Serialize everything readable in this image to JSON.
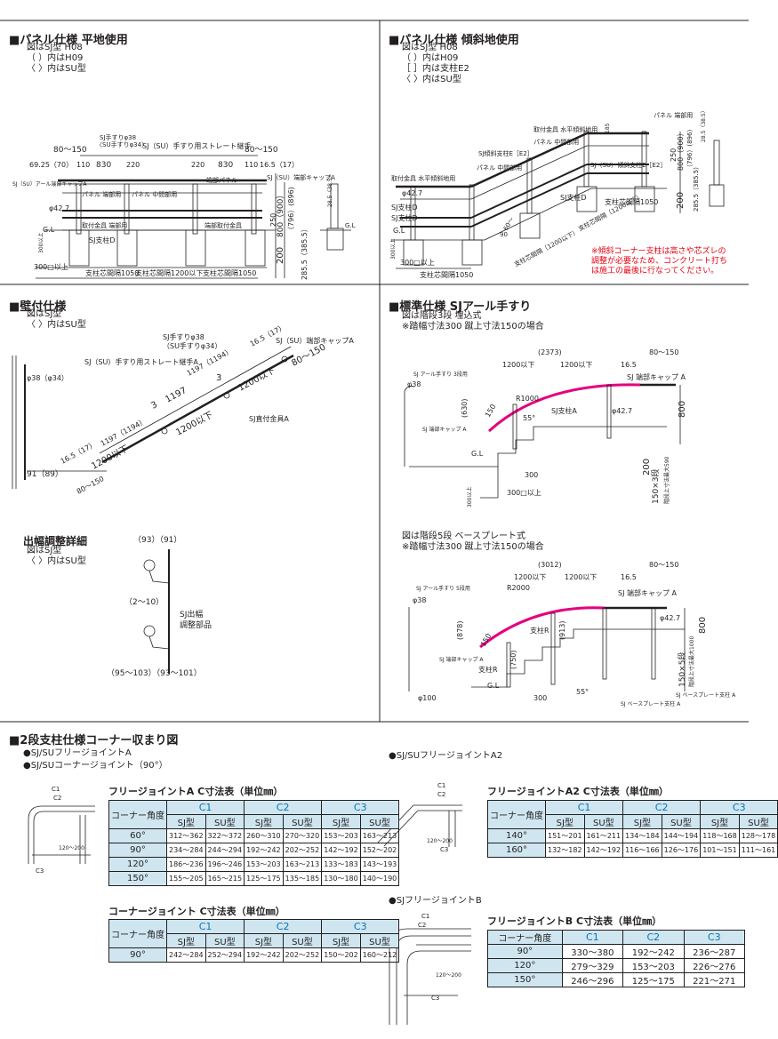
{
  "sections": {
    "flat": {
      "title": "■パネル仕様 平地使用",
      "lines": [
        "図はSJ型 H08",
        "（ ）内はH09",
        "〈 〉内はSU型"
      ]
    },
    "slope": {
      "title": "■パネル仕様 傾斜地使用",
      "lines": [
        "図はSJ型 H08",
        "（ ）内はH09",
        "［ ］内は支柱E2",
        "〈 〉内はSU型"
      ],
      "note": [
        "※傾斜コーナー支柱は高さや芯ズレの",
        "調整が必要なため、コンクリート打ち",
        "は施工の最後に行なってください。"
      ]
    },
    "wall": {
      "title": "■壁付仕様",
      "lines": [
        "図はSJ型",
        "〈 〉内はSU型"
      ]
    },
    "std": {
      "title": "■標準仕様 SJアール手すり",
      "lines": [
        "図は階段3段 埋込式",
        "※踏幅寸法300 蹴上寸法150の場合"
      ],
      "lines2": [
        "図は階段5段 ベースプレート式",
        "※踏幅寸法300 蹴上寸法150の場合"
      ]
    },
    "detail": {
      "title": "出幅調整詳細",
      "lines": [
        "図はSJ型",
        "〈 〉内はSU型"
      ]
    },
    "corner": {
      "title": "■2段支柱仕様コーナー収まり図",
      "bul1": "●SJ/SUフリージョイントA",
      "bul2": "●SJ/SUコーナージョイント（90°）",
      "bul3": "●SJ/SUフリージョイントA2",
      "bul4": "●SJフリージョイントB"
    }
  },
  "drawing_labels": {
    "flat": [
      "SJ手すりφ38",
      "〈SU手すりφ34〉",
      "SJ（SU）手すり用ストレート継手",
      "80～150",
      "80～150",
      "69.25（70）",
      "110",
      "830",
      "220",
      "220",
      "830",
      "110",
      "16.5（17）",
      "SJ（SU）アール端部キャップA",
      "SJ（SU）端部キャップA",
      "φ42.7",
      "端部パネル",
      "パネル 端部用",
      "パネル 中間部用",
      "取付金具 端部用",
      "端部取付金具",
      "G.L",
      "SJ支柱D",
      "300以上",
      "300□以上",
      "支柱芯間隔1050",
      "支柱芯間隔1200以下",
      "支柱芯間隔1050",
      "250",
      "800（900）",
      "200",
      "（796）(896)",
      "285.5（385.5）",
      "28.5（38.5）",
      "G.L"
    ],
    "slope": [
      "パネル 端部用",
      "取付金具 水平傾斜地用",
      "パネル 中間部用",
      "SJ傾斜支柱E［E2］",
      "パネル 中間部用",
      "SJ（SU）傾斜支柱E［E2］",
      "取付金具 水平傾斜地用",
      "φ42.7",
      "SJ支柱D",
      "SJ支柱D",
      "G.L",
      "300以上",
      "300□以上",
      "支柱芯間隔1050",
      "支柱芯間隔（1200以下）",
      "支柱芯間隔（1200以下）",
      "支柱芯間隔1050",
      "SJ支柱D",
      "250",
      "800（900）",
      "200",
      "（796）(896)",
      "285.5（385.5）",
      "28.5（38.5）",
      "185",
      "60～",
      "90"
    ],
    "wall": [
      "SJ手すりφ38",
      "（SU手すりφ34）",
      "SJ（SU）端部キャップA",
      "SJ（SU）手すり用ストレート継手A",
      "16.5（17）",
      "φ38（φ34）",
      "1197（1194）",
      "80～150",
      "3",
      "1197",
      "1200以下",
      "3",
      "1197（1194）",
      "1200以下",
      "SJ直付金具A",
      "16.5（17）",
      "1200以下",
      "80～150",
      "91（89）"
    ],
    "std1": [
      "(2373)",
      "80～150",
      "1200以下",
      "1200以下",
      "16.5",
      "SJ アール手すり 3段用",
      "φ38",
      "SJ 端部キャップ A",
      "R1000",
      "SJ支柱A",
      "φ42.7",
      "(630)",
      "150",
      "55°",
      "800",
      "SJ 端部キャップ A",
      "G.L",
      "300",
      "200",
      "300以上",
      "300□以上",
      "150×3段",
      "階段上寸法最大590"
    ],
    "std2": [
      "(3012)",
      "80～150",
      "1200以下",
      "1200以下",
      "16.5",
      "SJ アール手すり 5段用",
      "R2000",
      "SJ 端部キャップ A",
      "φ38",
      "支柱R",
      "φ42.7",
      "(878)",
      "(913)",
      "800",
      "SJ 端部キャップ A",
      "150",
      "(750)",
      "支柱R",
      "G.L",
      "55°",
      "300",
      "150×5段",
      "階段上寸法最大1000",
      "SJ ベースプレート支柱 A",
      "SJ ベースプレート支柱 A",
      "φ100"
    ],
    "detail": [
      "（93）（91）",
      "（2～10）",
      "SJ出幅",
      "調整部品",
      "（95～103）（93～101）"
    ],
    "corner": [
      "C1",
      "C2",
      "C3",
      "120～200",
      "C1",
      "C2",
      "C3",
      "120～200",
      "C1",
      "C2",
      "C3",
      "120～200"
    ]
  },
  "tables": {
    "fa": {
      "title": "フリージョイントA C寸法表（単位㎜）",
      "corner_header": "コーナー角度",
      "groups": [
        "C1",
        "C2",
        "C3"
      ],
      "subs": [
        "SJ型",
        "SU型",
        "SJ型",
        "SU型",
        "SJ型",
        "SU型"
      ],
      "rows": [
        [
          "60°",
          "312～362",
          "322～372",
          "260～310",
          "270～320",
          "153～203",
          "163～213"
        ],
        [
          "90°",
          "234～284",
          "244～294",
          "192～242",
          "202～252",
          "142～192",
          "152～202"
        ],
        [
          "120°",
          "186～236",
          "196～246",
          "153～203",
          "163～213",
          "133～183",
          "143～193"
        ],
        [
          "150°",
          "155～205",
          "165～215",
          "125～175",
          "135～185",
          "130～180",
          "140～190"
        ]
      ]
    },
    "cj": {
      "title": "コーナージョイント C寸法表（単位㎜）",
      "corner_header": "コーナー角度",
      "groups": [
        "C1",
        "C2",
        "C3"
      ],
      "subs": [
        "SJ型",
        "SU型",
        "SJ型",
        "SU型",
        "SJ型",
        "SU型"
      ],
      "rows": [
        [
          "90°",
          "242～284",
          "252～294",
          "192～242",
          "202～252",
          "150～202",
          "160～212"
        ]
      ]
    },
    "fa2": {
      "title": "フリージョイントA2 C寸法表（単位㎜）",
      "corner_header": "コーナー角度",
      "groups": [
        "C1",
        "C2",
        "C3"
      ],
      "subs": [
        "SJ型",
        "SU型",
        "SJ型",
        "SU型",
        "SJ型",
        "SU型"
      ],
      "rows": [
        [
          "140°",
          "151～201",
          "161～211",
          "134～184",
          "144～194",
          "118～168",
          "128～178"
        ],
        [
          "160°",
          "132～182",
          "142～192",
          "116～166",
          "126～176",
          "101～151",
          "111～161"
        ]
      ]
    },
    "fb": {
      "title": "フリージョイントB C寸法表（単位㎜）",
      "corner_header": "コーナー角度",
      "groups": [
        "C1",
        "C2",
        "C3"
      ],
      "rows": [
        [
          "90°",
          "330～380",
          "192～242",
          "236～287"
        ],
        [
          "120°",
          "279～329",
          "153～203",
          "226～276"
        ],
        [
          "150°",
          "246～296",
          "125～175",
          "221～271"
        ]
      ]
    }
  }
}
